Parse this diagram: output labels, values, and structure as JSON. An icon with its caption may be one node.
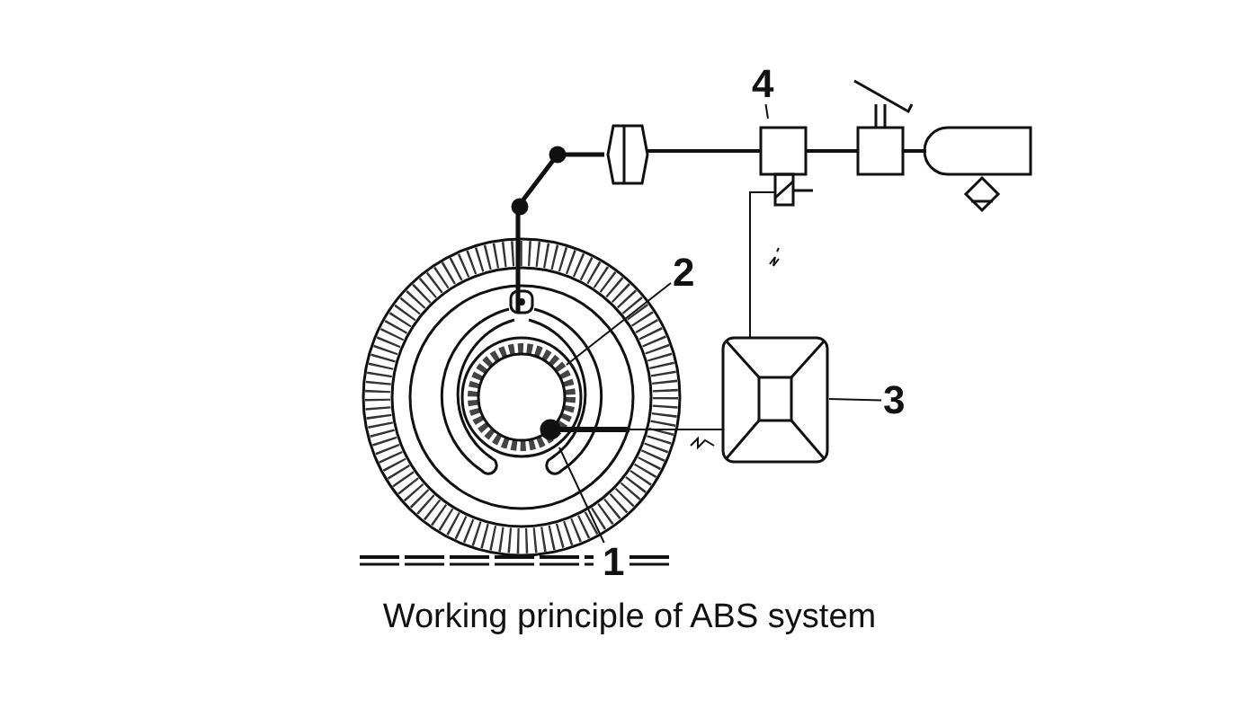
{
  "diagram": {
    "caption": "Working principle of ABS system",
    "nodes": [
      {
        "text": [
          "1"
        ]
      },
      {
        "text": [
          "2"
        ]
      },
      {
        "text": [
          "3"
        ]
      },
      {
        "text": [
          "4"
        ]
      }
    ],
    "edges": [
      {
        "from": 0,
        "to": null,
        "arrow": "none"
      },
      {
        "from": 1,
        "to": null,
        "arrow": "none"
      },
      {
        "from": 2,
        "to": null,
        "arrow": "none"
      },
      {
        "from": 3,
        "to": null,
        "arrow": "none"
      }
    ]
  }
}
